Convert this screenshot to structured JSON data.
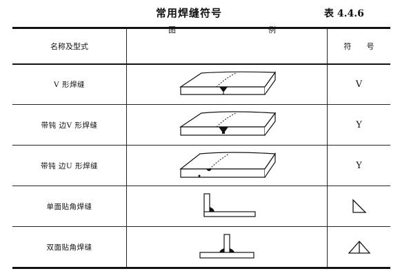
{
  "caption": {
    "title": "常用焊缝符号",
    "table_no": "表 4.4.6"
  },
  "header": {
    "name": "名称及型式",
    "image_left": "图",
    "image_right": "例",
    "symbol_left": "符",
    "symbol_right": "号"
  },
  "rows": [
    {
      "name": "V 形焊缝",
      "symbol": "V",
      "figure": "v-groove-plate-icon"
    },
    {
      "name": "带钝 边V 形焊缝",
      "symbol": "Y",
      "figure": "blunt-v-groove-plate-icon"
    },
    {
      "name": "带钝 边U 形焊缝",
      "symbol": "Y",
      "figure": "blunt-u-groove-plate-icon"
    },
    {
      "name": "单面贴角焊缝",
      "symbol": "",
      "figure": "single-fillet-joint-icon",
      "symbol_icon": "right-triangle-icon"
    },
    {
      "name": "双面贴角焊缝",
      "symbol": "",
      "figure": "double-fillet-joint-icon",
      "symbol_icon": "double-triangle-icon"
    }
  ]
}
